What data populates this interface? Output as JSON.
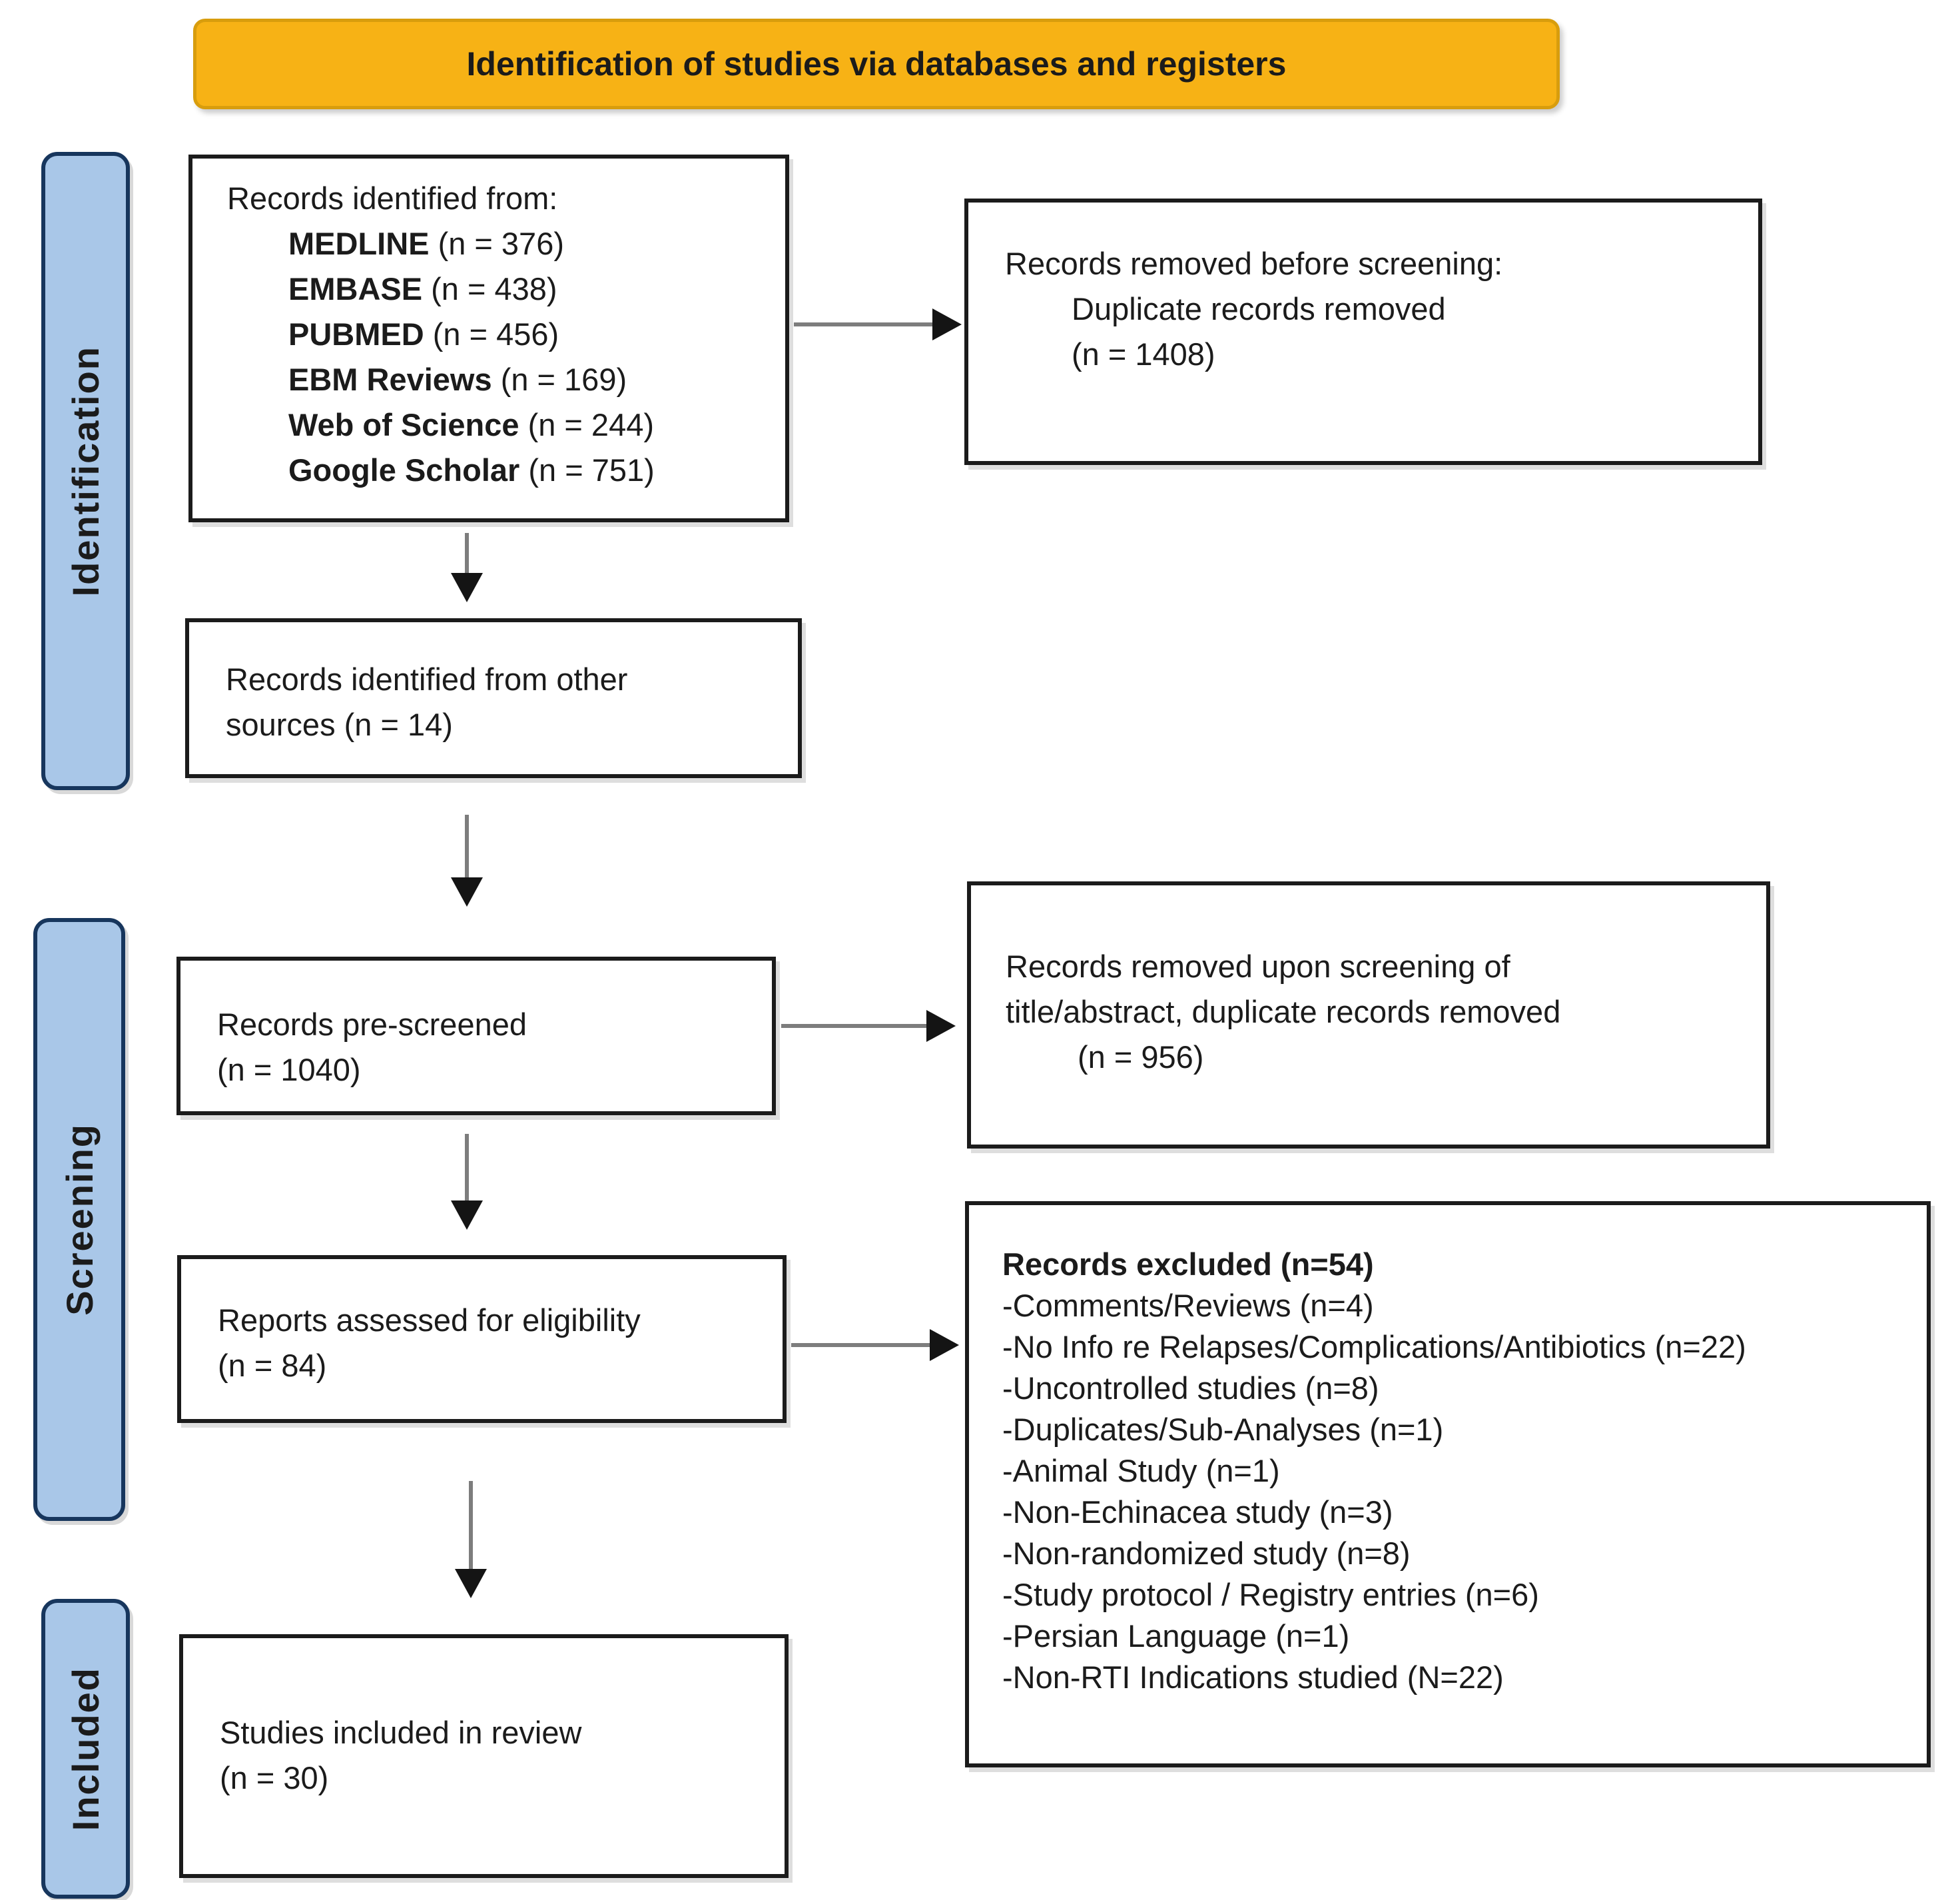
{
  "header": {
    "title": "Identification of studies via databases and registers"
  },
  "stages": {
    "identification": "Identification",
    "screening": "Screening",
    "included": "Included"
  },
  "boxes": {
    "records_identified": {
      "intro": "Records identified from:",
      "sources": [
        {
          "name": "MEDLINE",
          "count": "(n = 376)"
        },
        {
          "name": "EMBASE",
          "count": "(n = 438)"
        },
        {
          "name": "PUBMED",
          "count": "(n = 456)"
        },
        {
          "name": "EBM Reviews",
          "count": "(n = 169)"
        },
        {
          "name": "Web of Science",
          "count": "(n = 244)"
        },
        {
          "name": "Google Scholar",
          "count": "(n = 751)"
        }
      ]
    },
    "removed_before_screening": {
      "line1": "Records removed before screening:",
      "line2": "Duplicate records removed",
      "line3": "(n = 1408)"
    },
    "other_sources": {
      "line1": "Records identified from other",
      "line2": "sources (n = 14)"
    },
    "pre_screened": {
      "line1": "Records pre-screened",
      "line2": "(n = 1040)"
    },
    "removed_upon_screening": {
      "line1": "Records removed upon screening of",
      "line2": "title/abstract, duplicate records removed",
      "line3": "(n = 956)"
    },
    "assessed": {
      "line1": "Reports assessed for eligibility",
      "line2": "(n = 84)"
    },
    "records_excluded": {
      "title": "Records excluded (n=54)",
      "items": [
        "-Comments/Reviews (n=4)",
        "-No Info re Relapses/Complications/Antibiotics (n=22)",
        "-Uncontrolled studies (n=8)",
        "-Duplicates/Sub-Analyses (n=1)",
        "-Animal Study (n=1)",
        "-Non-Echinacea study (n=3)",
        "-Non-randomized study (n=8)",
        "-Study protocol / Registry entries (n=6)",
        "-Persian Language (n=1)",
        "-Non-RTI Indications studied (N=22)"
      ]
    },
    "included_in_review": {
      "line1": "Studies included in review",
      "line2": "(n = 30)"
    }
  },
  "colors": {
    "header_fill": "#F7B215",
    "header_border": "#D89D0D",
    "stage_fill": "#A9C7E8",
    "stage_border": "#17365D",
    "box_border": "#1B1B1B",
    "arrow_line": "#7D7D7D",
    "arrow_head": "#141414",
    "text": "#1B1B1B"
  }
}
